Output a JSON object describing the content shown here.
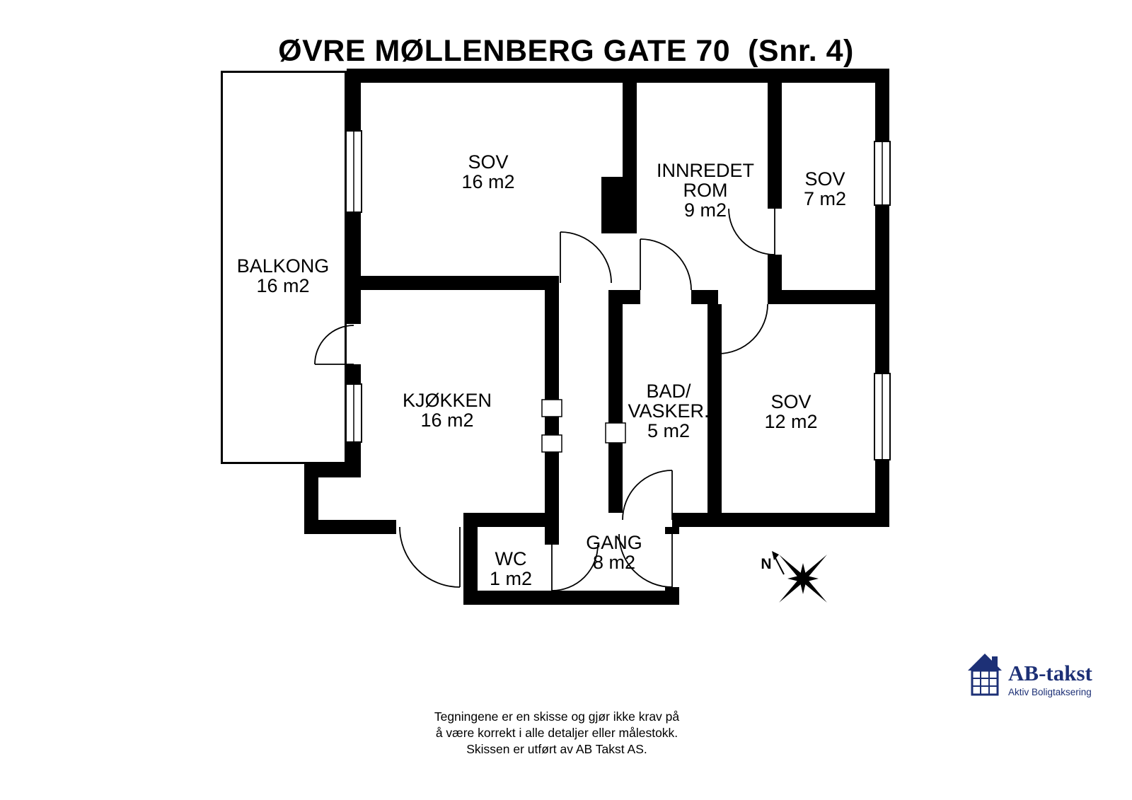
{
  "title": "ØVRE MØLLENBERG GATE 70  (Snr. 4)",
  "rooms": [
    {
      "id": "balkong",
      "lines": [
        "BALKONG",
        "16 m2"
      ]
    },
    {
      "id": "sov-1",
      "lines": [
        "SOV",
        "16 m2"
      ]
    },
    {
      "id": "innredet-rom",
      "lines": [
        "INNREDET",
        "ROM",
        "9 m2"
      ]
    },
    {
      "id": "sov-2",
      "lines": [
        "SOV",
        "7 m2"
      ]
    },
    {
      "id": "kjokken",
      "lines": [
        "KJØKKEN",
        "16 m2"
      ]
    },
    {
      "id": "bad-vaskerom",
      "lines": [
        "BAD/",
        "VASKER.",
        "5 m2"
      ]
    },
    {
      "id": "sov-3",
      "lines": [
        "SOV",
        "12 m2"
      ]
    },
    {
      "id": "wc",
      "lines": [
        "WC",
        "1 m2"
      ]
    },
    {
      "id": "gang",
      "lines": [
        "GANG",
        "8 m2"
      ]
    }
  ],
  "compass": {
    "north_label": "N"
  },
  "logo": {
    "title": "AB-takst",
    "subtitle": "Aktiv Boligtaksering",
    "color": "#1d3076"
  },
  "disclaimer": {
    "line1": "Tegningene er en skisse og gjør ikke krav på",
    "line2": "å være korrekt i alle detaljer eller målestokk.",
    "line3": "Skissen er utført av AB Takst AS."
  },
  "colors": {
    "walls": "#000000",
    "logo_blue": "#1d3076"
  }
}
